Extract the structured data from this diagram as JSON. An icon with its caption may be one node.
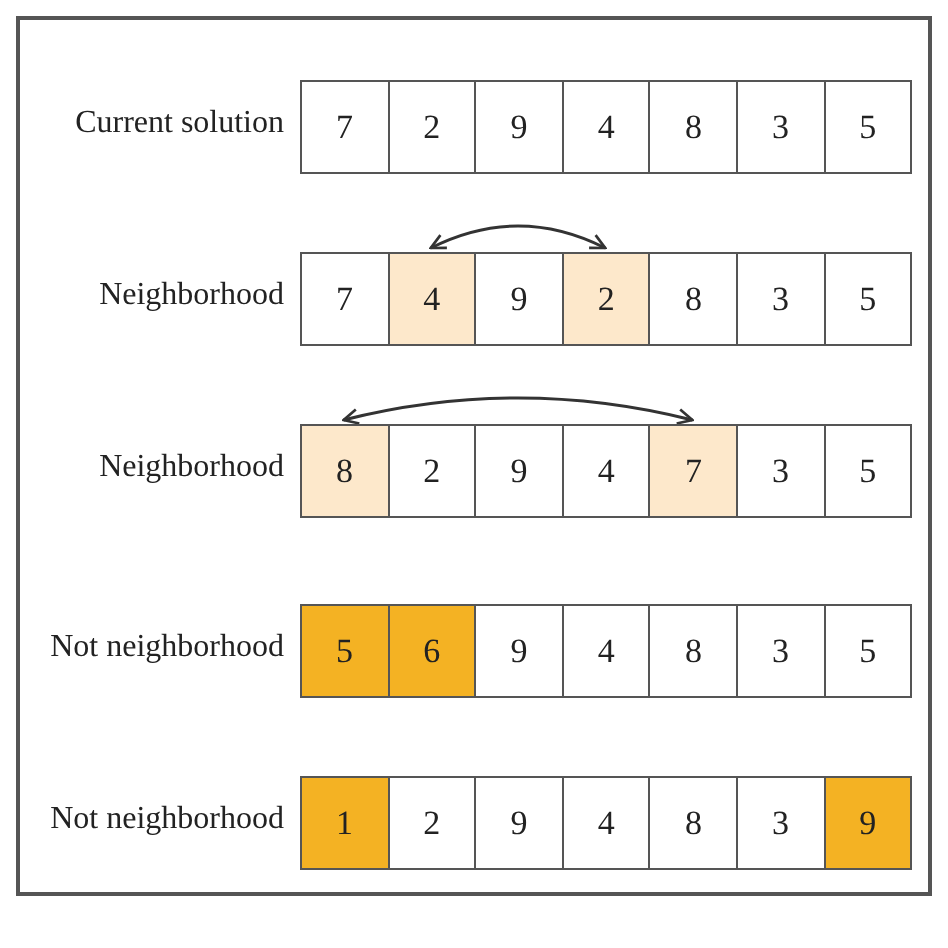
{
  "diagram": {
    "nodes": [
      {
        "text": [
          "7"
        ]
      },
      {
        "text": [
          "2"
        ]
      },
      {
        "text": [
          "9"
        ]
      },
      {
        "text": [
          "4"
        ]
      },
      {
        "text": [
          "8"
        ]
      },
      {
        "text": [
          "3"
        ]
      },
      {
        "text": [
          "5"
        ]
      },
      {
        "text": [
          "7"
        ]
      },
      {
        "text": [
          "4"
        ]
      },
      {
        "text": [
          "9"
        ]
      },
      {
        "text": [
          "2"
        ]
      },
      {
        "text": [
          "8"
        ]
      },
      {
        "text": [
          "3"
        ]
      },
      {
        "text": [
          "5"
        ]
      },
      {
        "text": [
          "8"
        ]
      },
      {
        "text": [
          "2"
        ]
      },
      {
        "text": [
          "9"
        ]
      },
      {
        "text": [
          "4"
        ]
      },
      {
        "text": [
          "7"
        ]
      },
      {
        "text": [
          "3"
        ]
      },
      {
        "text": [
          "5"
        ]
      },
      {
        "text": [
          "5"
        ]
      },
      {
        "text": [
          "6"
        ]
      },
      {
        "text": [
          "9"
        ]
      },
      {
        "text": [
          "4"
        ]
      },
      {
        "text": [
          "8"
        ]
      },
      {
        "text": [
          "3"
        ]
      },
      {
        "text": [
          "5"
        ]
      },
      {
        "text": [
          "1"
        ]
      },
      {
        "text": [
          "2"
        ]
      },
      {
        "text": [
          "9"
        ]
      },
      {
        "text": [
          "4"
        ]
      },
      {
        "text": [
          "8"
        ]
      },
      {
        "text": [
          "3"
        ]
      },
      {
        "text": [
          "9"
        ]
      }
    ],
    "edges": [
      {
        "from": 8,
        "to": 10,
        "arrow": "both"
      },
      {
        "from": 14,
        "to": 18,
        "arrow": "both"
      }
    ],
    "labels": [
      "Current solution",
      "Neighborhood",
      "Neighborhood",
      "Not neighborhood",
      "Not neighborhood"
    ]
  }
}
